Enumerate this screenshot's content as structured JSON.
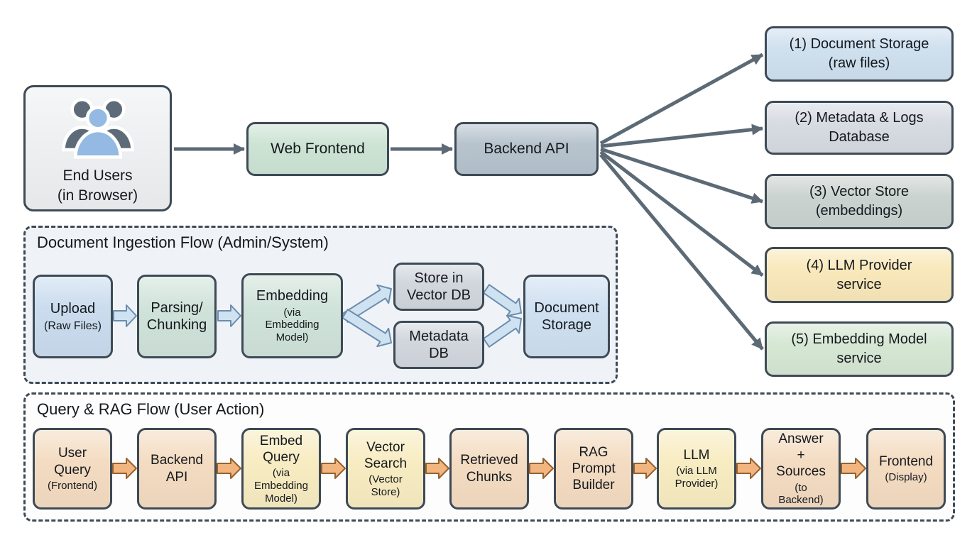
{
  "palette": {
    "ink": "#15191d",
    "border_dark": "#3e4a55",
    "arrow_gray": "#5c6a76",
    "endusers_bg": "#eef0f2",
    "green_box": "#cde4d4",
    "slate_box": "#b7c3cd",
    "service_blue": "#cfe0ef",
    "service_gray": "#d7dbe2",
    "service_sage": "#cbd3d0",
    "service_yellow": "#f9e8ba",
    "service_green": "#d6e7d4",
    "ingest_bg": "#eff3f7",
    "query_bg": "#fdfdfd",
    "upload_blue": "#cadcee",
    "ingest_green": "#d0e3da",
    "gray_db_box": "#d2d7de",
    "doc_storage_blue": "#cfe0f1",
    "peach_box": "#f4dcc2",
    "yellow_box": "#f8ecc2",
    "blue_arrow_fill": "#cfe2f2",
    "blue_arrow_stroke": "#6b8dac",
    "orange_arrow_fill": "#f3b57f",
    "orange_arrow_stroke": "#95622f",
    "icon_dark": "#5d6b79",
    "icon_blue": "#94b9e2"
  },
  "icons": {
    "end_users": "users-group-icon"
  },
  "main_flow": {
    "end_users": {
      "title": "End Users",
      "subtitle": "(in Browser)"
    },
    "web_frontend": {
      "label": "Web Frontend"
    },
    "backend_api": {
      "label": "Backend API"
    }
  },
  "services": [
    {
      "line1": "(1) Document Storage",
      "line2": "(raw files)"
    },
    {
      "line1": "(2) Metadata & Logs",
      "line2": "Database"
    },
    {
      "line1": "(3) Vector Store",
      "line2": "(embeddings)"
    },
    {
      "line1": "(4) LLM Provider",
      "line2": "service"
    },
    {
      "line1": "(5) Embedding Model",
      "line2": "service"
    }
  ],
  "ingestion_flow": {
    "title": "Document Ingestion Flow (Admin/System)",
    "steps": [
      {
        "title": "Upload",
        "subtitle": "(Raw Files)"
      },
      {
        "title": "Parsing/ Chunking"
      },
      {
        "title": "Embedding",
        "subtitle": "(via Embedding Model)"
      },
      {
        "title": "Store in Vector DB"
      },
      {
        "title": "Metadata DB"
      },
      {
        "title": "Document Storage"
      }
    ]
  },
  "query_flow": {
    "title": "Query & RAG Flow (User Action)",
    "steps": [
      {
        "title": "User Query",
        "subtitle": "(Frontend)"
      },
      {
        "title": "Backend API",
        "subtitle": ""
      },
      {
        "title": "Embed Query",
        "subtitle": "(via Embedding Model)"
      },
      {
        "title": "Vector Search",
        "subtitle": "(Vector Store)"
      },
      {
        "title": "Retrieved Chunks",
        "subtitle": ""
      },
      {
        "title": "RAG Prompt Builder",
        "subtitle": ""
      },
      {
        "title": "LLM",
        "subtitle": "(via LLM Provider)"
      },
      {
        "title": "Answer + Sources",
        "subtitle": "(to Backend)"
      },
      {
        "title": "Frontend",
        "subtitle": "(Display)"
      }
    ]
  }
}
